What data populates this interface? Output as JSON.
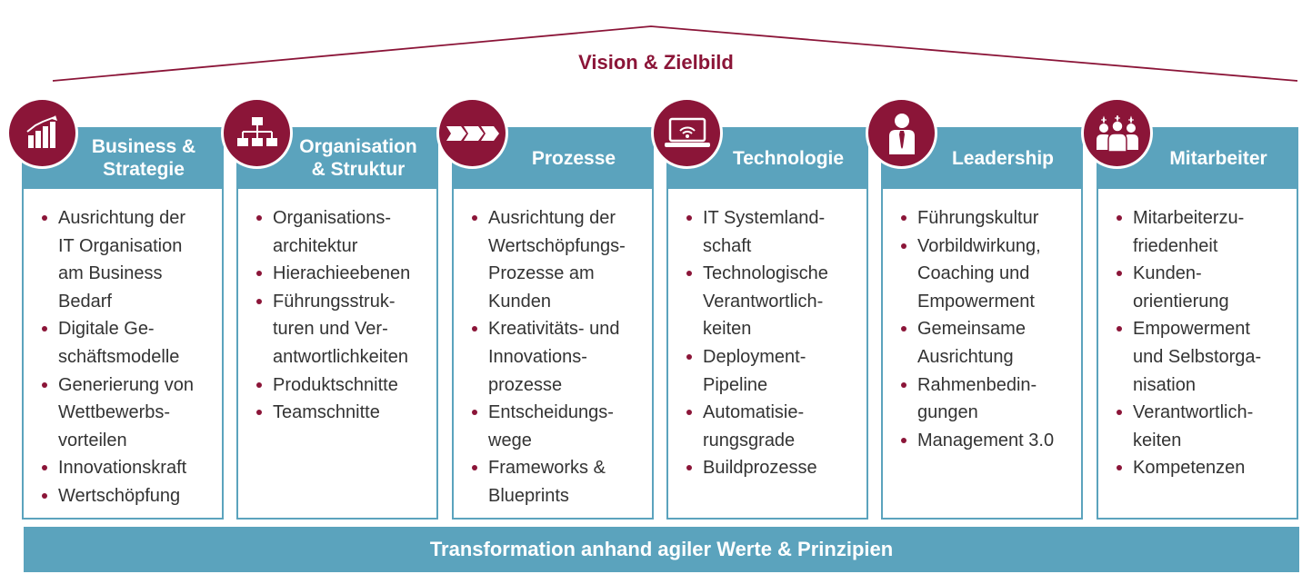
{
  "roof": {
    "title": "Vision & Zielbild"
  },
  "columns": [
    {
      "title": "Business &\nStrategie",
      "icon": "bar-chart-icon",
      "items": [
        "Ausrichtung der\nIT Organisation\nam Business\nBedarf",
        "Digitale Ge-\nschäftsmodelle",
        "Generierung von\nWettbewerbs-\nvorteilen",
        "Innovationskraft",
        "Wertschöpfung"
      ]
    },
    {
      "title": "Organisation\n& Struktur",
      "icon": "org-chart-icon",
      "items": [
        "Organisations-\narchitektur",
        "Hierachieebenen",
        "Führungsstruk-\nturen und Ver-\nantwortlichkeiten",
        "Produktschnitte",
        "Teamschnitte"
      ]
    },
    {
      "title": "Prozesse",
      "icon": "process-arrows-icon",
      "items": [
        "Ausrichtung der\nWertschöpfungs-\nProzesse am\nKunden",
        "Kreativitäts- und\nInnovations-\nprozesse",
        "Entscheidungs-\nwege",
        "Frameworks &\nBlueprints"
      ]
    },
    {
      "title": "Technologie",
      "icon": "laptop-wifi-icon",
      "items": [
        "IT Systemland-\nschaft",
        "Technologische\nVerantwortlich-\nkeiten",
        "Deployment-\nPipeline",
        "Automatisie-\nrungsgrade",
        "Buildprozesse"
      ]
    },
    {
      "title": "Leadership",
      "icon": "person-tie-icon",
      "items": [
        "Führungskultur",
        "Vorbildwirkung,\nCoaching und\nEmpowerment",
        "Gemeinsame\nAusrichtung",
        "Rahmenbedin-\ngungen",
        "Management 3.0"
      ]
    },
    {
      "title": "Mitarbeiter",
      "icon": "team-icon",
      "items": [
        "Mitarbeiterzu-\nfriedenheit",
        "Kunden-\norientierung",
        "Empowerment\nund Selbstorga-\nnisation",
        "Verantwortlich-\nkeiten",
        "Kompetenzen"
      ]
    }
  ],
  "foundation": {
    "title": "Transformation anhand agiler Werte & Prinzipien"
  },
  "colors": {
    "accent": "#8b1538",
    "header": "#5ba3bd",
    "text": "#333333"
  }
}
